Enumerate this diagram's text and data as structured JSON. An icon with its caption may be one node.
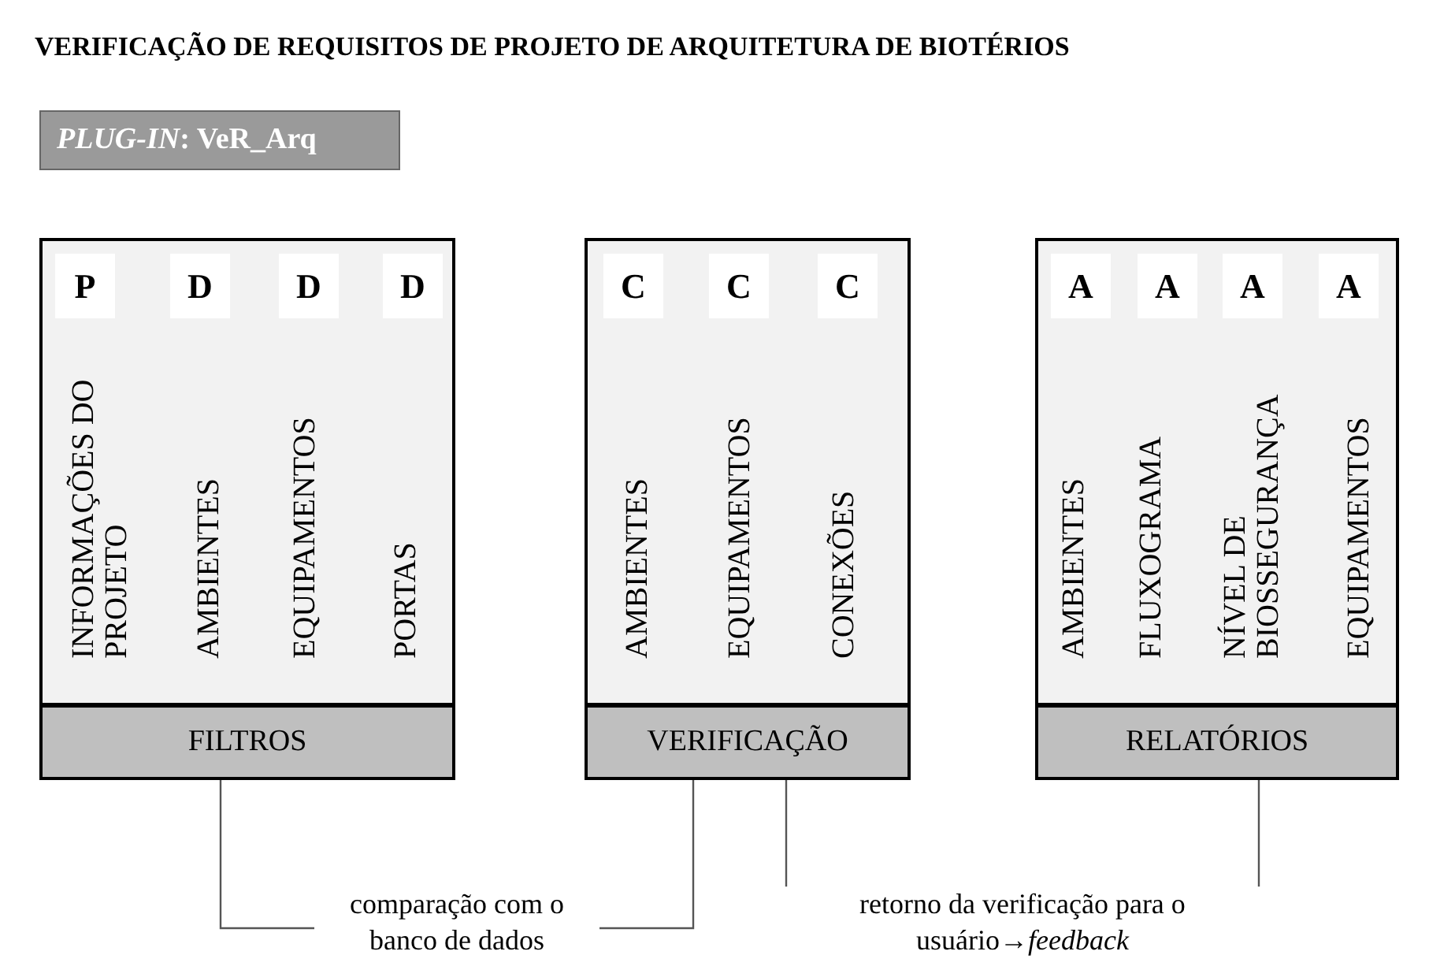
{
  "diagram": {
    "title": "VERIFICAÇÃO DE REQUISITOS DE PROJETO DE ARQUITETURA DE BIOTÉRIOS",
    "nodes": [
      {
        "text": [
          "*PLUG-IN*: VeR_Arq"
        ]
      },
      {
        "text": [
          "FILTROS"
        ]
      },
      {
        "text": [
          "P"
        ],
        "in": 1
      },
      {
        "text": [
          "D"
        ],
        "in": 1
      },
      {
        "text": [
          "D"
        ],
        "in": 1
      },
      {
        "text": [
          "D"
        ],
        "in": 1
      },
      {
        "text": [
          "VERIFICAÇÃO"
        ]
      },
      {
        "text": [
          "C"
        ],
        "in": 6
      },
      {
        "text": [
          "C"
        ],
        "in": 6
      },
      {
        "text": [
          "C"
        ],
        "in": 6
      },
      {
        "text": [
          "RELATÓRIOS"
        ]
      },
      {
        "text": [
          "A"
        ],
        "in": 10
      },
      {
        "text": [
          "A"
        ],
        "in": 10
      },
      {
        "text": [
          "A"
        ],
        "in": 10
      },
      {
        "text": [
          "A"
        ],
        "in": 10
      }
    ],
    "edges": [
      {
        "from": 1,
        "to": 6,
        "arrow": "none",
        "label": "comparação com o banco de dados"
      },
      {
        "from": 6,
        "to": 10,
        "arrow": "none",
        "label": "retorno da verificação para o usuário→*feedback*"
      }
    ],
    "labels": [
      "INFORMAÇÕES DO PROJETO",
      "AMBIENTES",
      "EQUIPAMENTOS",
      "PORTAS",
      "AMBIENTES",
      "EQUIPAMENTOS",
      "CONEXÕES",
      "AMBIENTES",
      "FLUXOGRAMA",
      "NÍVEL DE BIOSSEGURANÇA",
      "EQUIPAMENTOS"
    ]
  }
}
